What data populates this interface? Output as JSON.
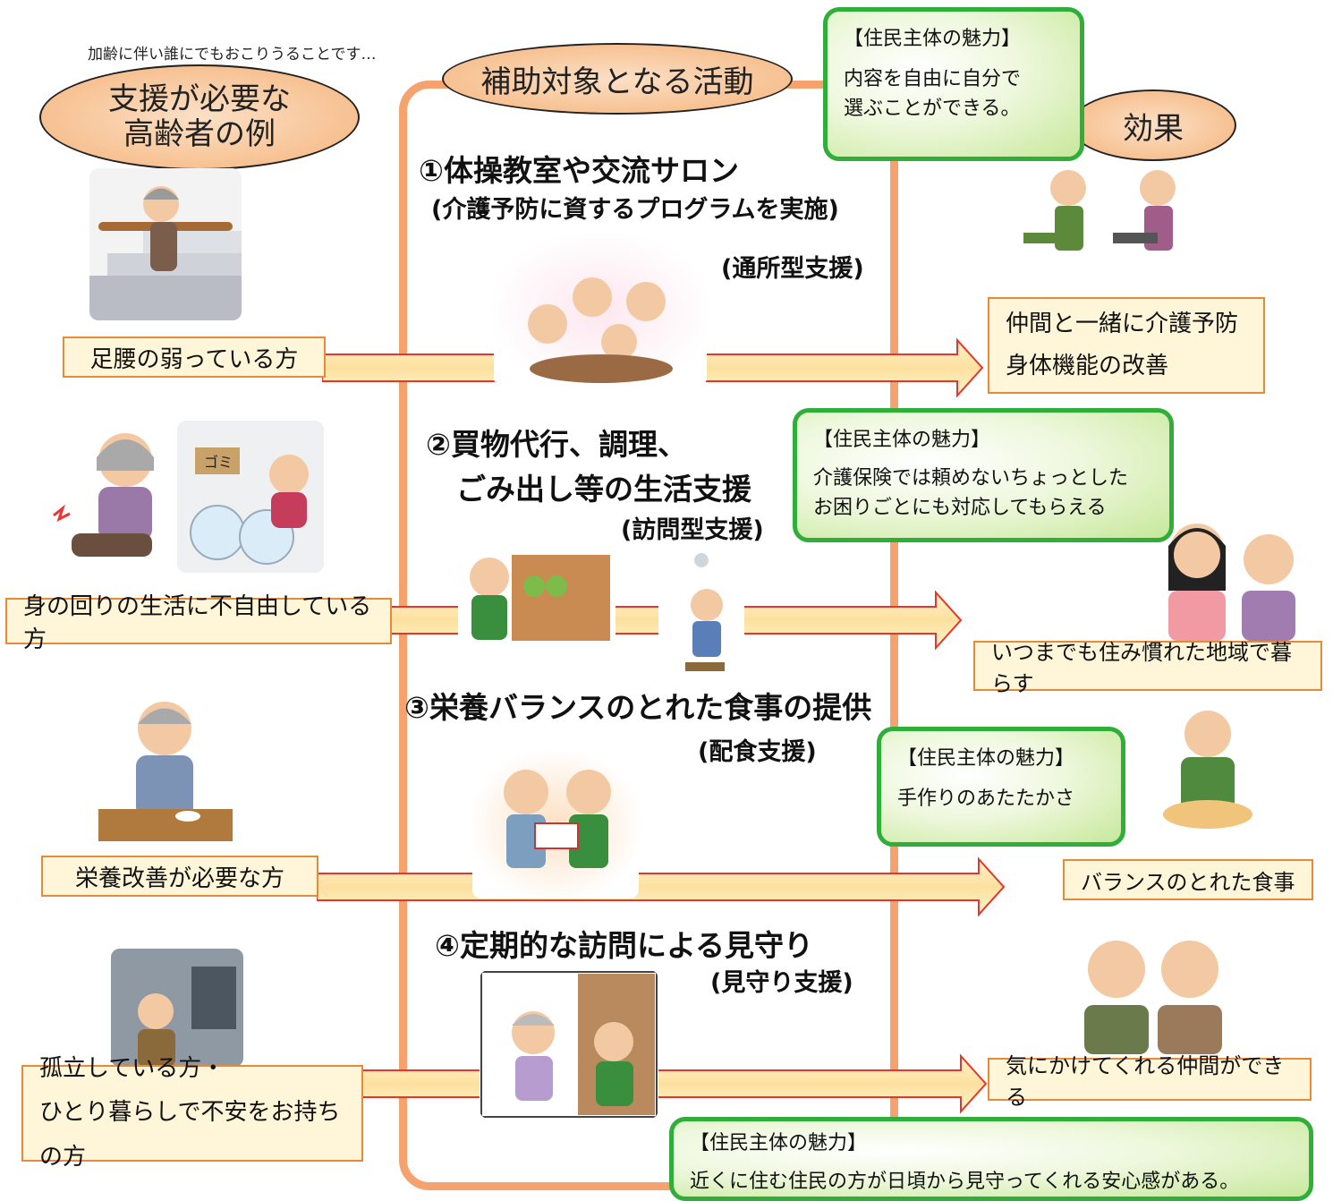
{
  "left_note": "加齢に伴い誰にでもおこりうることです…",
  "titles": {
    "seniors": [
      "支援が必要な",
      "高齢者の例"
    ],
    "activities": "補助対象となる活動",
    "effects": "効果"
  },
  "left_labels": {
    "l1": "足腰の弱っている方",
    "l2": "身の回りの生活に不自由している方",
    "l3": "栄養改善が必要な方",
    "l4a": "孤立している方・",
    "l4b": "ひとり暮らしで不安をお持ちの方"
  },
  "activities": {
    "a1_title": "①体操教室や交流サロン",
    "a1_sub": "(介護予防に資するプログラムを実施)",
    "a1_type": "(通所型支援)",
    "a2_title1": "②買物代行、調理、",
    "a2_title2": "ごみ出し等の生活支援",
    "a2_type": "(訪問型支援)",
    "a3_title": "③栄養バランスのとれた食事の提供",
    "a3_type": "(配食支援)",
    "a4_title": "④定期的な訪問による見守り",
    "a4_type": "(見守り支援)"
  },
  "appeals": {
    "heading": "【住民主体の魅力】",
    "p1_line1": "内容を自由に自分で",
    "p1_line2": "選ぶことができる。",
    "p2_line1": "介護保険では頼めないちょっとした",
    "p2_line2": "お困りごとにも対応してもらえる",
    "p3": "手作りのあたたかさ",
    "p4": "近くに住む住民の方が日頃から見守ってくれる安心感がある。"
  },
  "effects": {
    "e1a": "仲間と一緒に介護予防",
    "e1b": "身体機能の改善",
    "e2": "いつまでも住み慣れた地域で暮らす",
    "e3": "バランスのとれた食事",
    "e4": "気にかけてくれる仲間ができる"
  },
  "colors": {
    "frame": "#f5a26f",
    "label_border": "#e58a3a",
    "label_fill": "#fff6d9",
    "arrow_fill": "#fde9b0",
    "arrow_stroke": "#e8352b",
    "appeal_border": "#2fae3a"
  }
}
